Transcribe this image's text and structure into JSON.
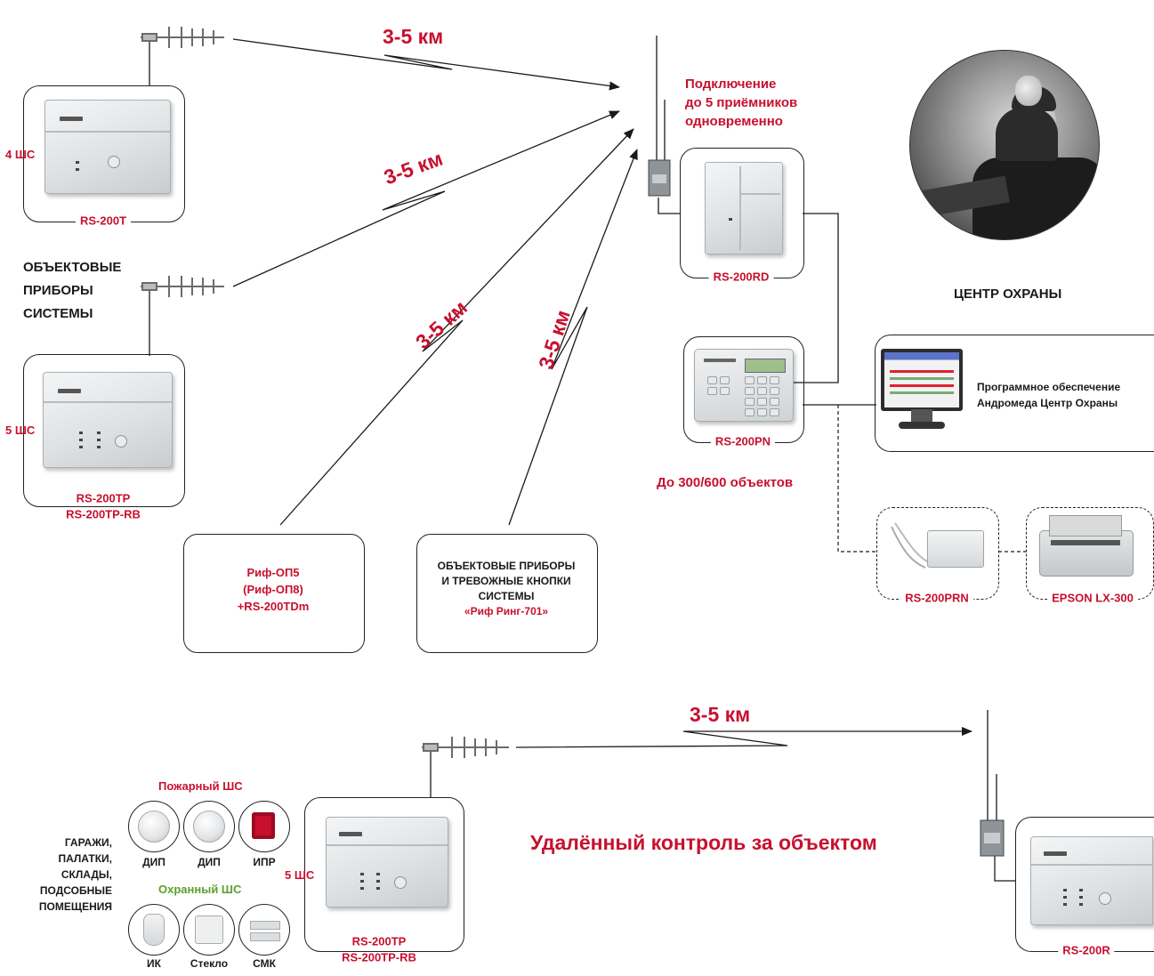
{
  "labels": {
    "dist_top": "3-5 км",
    "dist_mid": "3-5 км",
    "dist_diag1": "3-5 км",
    "dist_diag2": "3-5 км",
    "dist_bottom": "3-5 км",
    "receivers_line1": "Подключение",
    "receivers_line2": "до 5 приёмников",
    "receivers_line3": "одновременно",
    "center_caption": "ЦЕНТР ОХРАНЫ",
    "objects_line1": "ОБЪЕКТОВЫЕ",
    "objects_line2": "ПРИБОРЫ",
    "objects_line3": "СИСТЕМЫ",
    "capacity": "До 300/600 объектов",
    "remote_control": "Удалённый контроль за объектом",
    "garages_line1": "ГАРАЖИ,",
    "garages_line2": "ПАЛАТКИ,",
    "garages_line3": "СКЛАДЫ,",
    "garages_line4": "ПОДСОБНЫЕ",
    "garages_line5": "ПОМЕЩЕНИЯ",
    "fire_loop": "Пожарный ШС",
    "security_loop": "Охранный ШС"
  },
  "devices": {
    "rs200t": {
      "name": "RS-200T",
      "loops": "4 ШС"
    },
    "rs200tp": {
      "name1": "RS-200TP",
      "name2": "RS-200TP-RB",
      "loops": "5 ШС"
    },
    "rs200rd": {
      "name": "RS-200RD"
    },
    "rs200pn": {
      "name": "RS-200PN"
    },
    "software": {
      "line1": "Программное обеспечение",
      "line2": "Андромеда Центр Охраны"
    },
    "rs200prn": {
      "name": "RS-200PRN"
    },
    "epson": {
      "name": "EPSON LX-300"
    },
    "rif_op5": {
      "line1": "Риф-ОП5",
      "line2": "(Риф-ОП8)",
      "line3": "+RS-200TDm"
    },
    "rif_ring": {
      "line1": "ОБЪЕКТОВЫЕ ПРИБОРЫ",
      "line2": "И ТРЕВОЖНЫЕ КНОПКИ",
      "line3": "СИСТЕМЫ",
      "line4": "«Риф Ринг-701»"
    },
    "rs200tp_bottom": {
      "name1": "RS-200TP",
      "name2": "RS-200TP-RB",
      "loops": "5 ШС"
    },
    "rs200r": {
      "name": "RS-200R"
    }
  },
  "sensors": {
    "fire": [
      "ДИП",
      "ДИП",
      "ИПР"
    ],
    "security": [
      "ИК",
      "Стекло",
      "СМК"
    ]
  },
  "colors": {
    "accent_red": "#c8102e",
    "accent_green": "#5aa02c",
    "line": "#1a1a1a"
  }
}
